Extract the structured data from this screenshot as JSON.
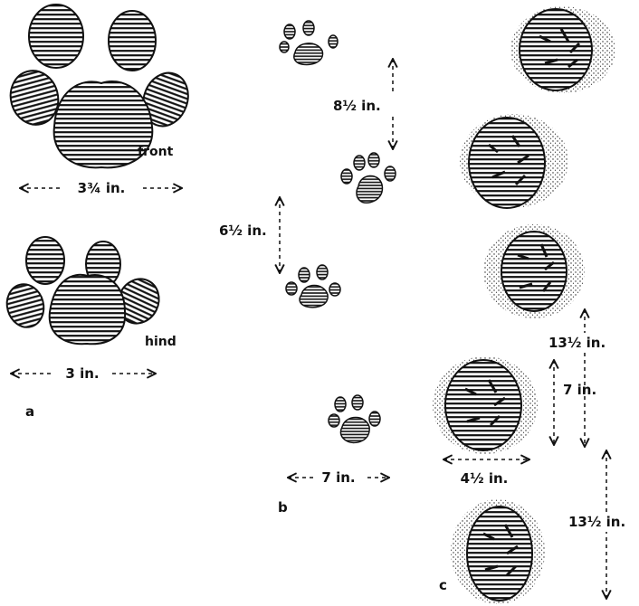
{
  "panels": {
    "a": {
      "panel_label": "a",
      "front_label": "front",
      "hind_label": "hind",
      "front_width": "3¾ in.",
      "hind_width": "3 in."
    },
    "b": {
      "panel_label": "b",
      "stride_upper": "8½ in.",
      "stride_lower": "6½ in.",
      "straddle": "7 in."
    },
    "c": {
      "panel_label": "c",
      "print_length": "7 in.",
      "print_width": "4½ in.",
      "stride_upper": "13½ in.",
      "stride_lower": "13½ in."
    }
  },
  "colors": {
    "ink": "#111111",
    "paper": "#ffffff"
  }
}
